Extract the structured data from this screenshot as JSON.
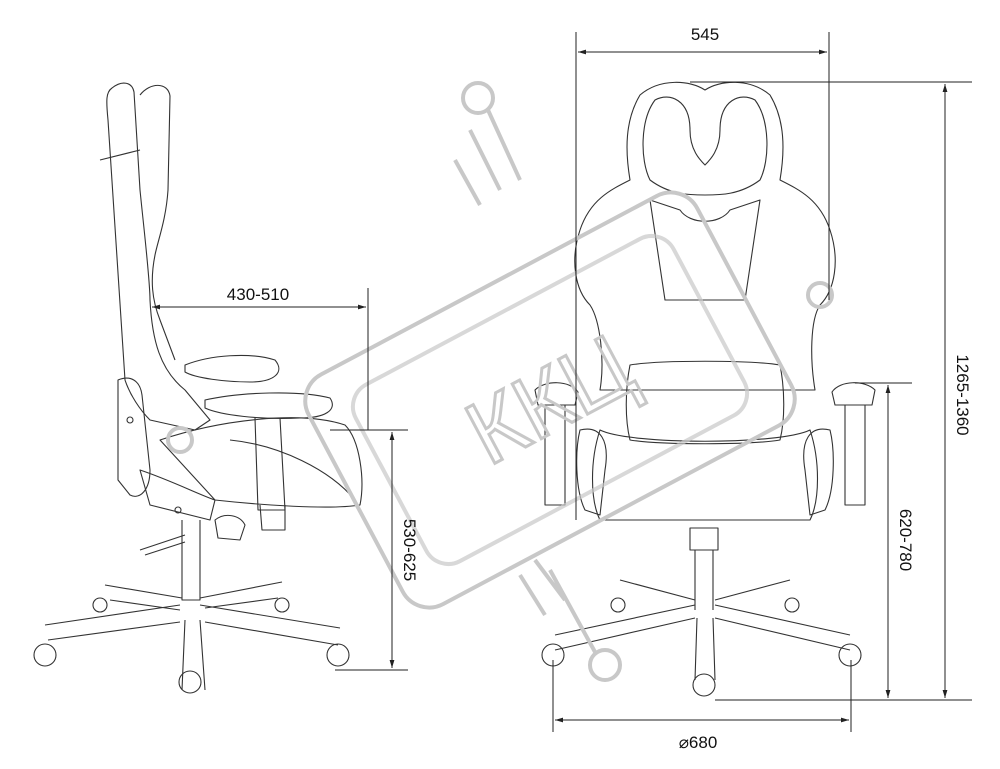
{
  "watermark": {
    "text": "ККЦ"
  },
  "dimensions": {
    "overall_width": "545",
    "seat_depth": "430-510",
    "seat_height": "530-625",
    "overall_height": "1265-1360",
    "armrest_height": "620-780",
    "base_diameter": "⌀680"
  },
  "colors": {
    "line": "#222222",
    "watermark": "#c8c8c8"
  }
}
